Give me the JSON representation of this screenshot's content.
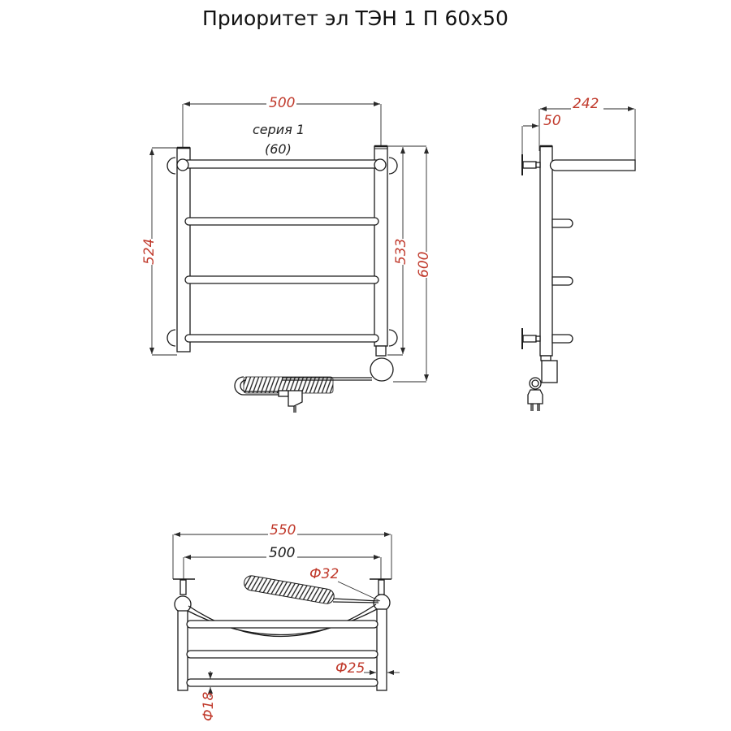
{
  "title": "Приоритет эл ТЭН 1 П 60x50",
  "colors": {
    "line": "#1a1a1a",
    "dimension_text": "#c0392b",
    "note_text": "#222222",
    "background": "#ffffff"
  },
  "front_view": {
    "series_label": "серия 1",
    "series_sub": "(60)",
    "dim_width": "500",
    "dim_height_left": "524",
    "dim_height_right_inner": "533",
    "dim_height_total": "600",
    "rungs": 4,
    "heating_element": "electric-heater-with-plug"
  },
  "side_view": {
    "dim_depth": "242",
    "dim_wall_offset": "50"
  },
  "top_view": {
    "dim_total_width": "550",
    "dim_axis_width": "500",
    "dim_heater_diameter": "Ф32",
    "dim_upright_diameter": "Ф25",
    "dim_rung_diameter": "Ф18"
  }
}
